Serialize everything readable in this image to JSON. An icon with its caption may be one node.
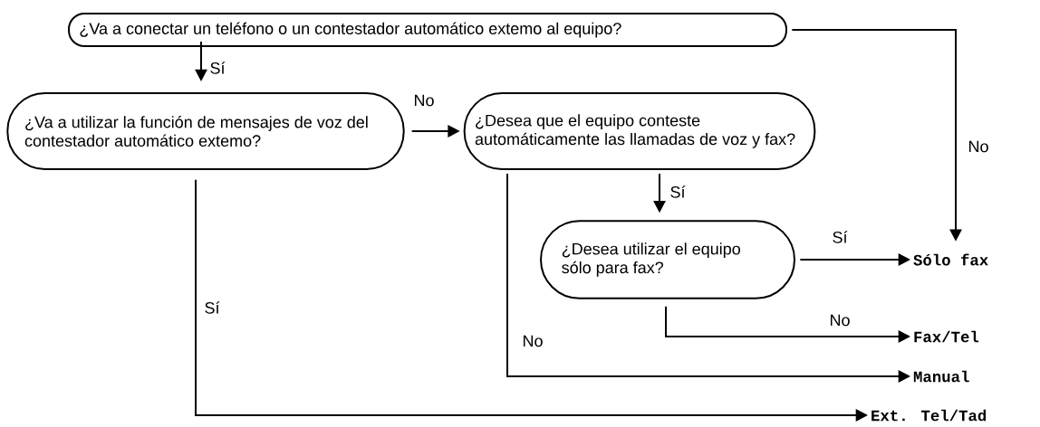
{
  "diagram": {
    "nodes": [
      {
        "text": [
          "¿Va a conectar un teléfono o un contestador automático extemo al equipo?"
        ]
      },
      {
        "text": [
          "¿Va a utilizar la función de mensajes de voz del contestador automático extemo?"
        ]
      },
      {
        "text": [
          "¿Desea que el equipo conteste automáticamente las llamadas de voz y fax?"
        ]
      },
      {
        "text": [
          "¿Desea utilizar el equipo sólo para fax?"
        ]
      },
      {
        "text": [
          "Sólo fax"
        ]
      },
      {
        "text": [
          "Fax/Tel"
        ]
      },
      {
        "text": [
          "Manual"
        ]
      },
      {
        "text": [
          "Ext. Tel/Tad"
        ]
      }
    ],
    "edges": [
      {
        "from": 0,
        "to": 1,
        "arrow": "to",
        "label": "Sí"
      },
      {
        "from": 1,
        "to": 2,
        "arrow": "to",
        "label": "No"
      },
      {
        "from": 0,
        "to": 4,
        "arrow": "to",
        "label": "No"
      },
      {
        "from": 2,
        "to": 3,
        "arrow": "to",
        "label": "Sí"
      },
      {
        "from": 3,
        "to": 4,
        "arrow": "to",
        "label": "Sí"
      },
      {
        "from": 3,
        "to": 5,
        "arrow": "to",
        "label": "No"
      },
      {
        "from": 2,
        "to": 6,
        "arrow": "to",
        "label": "No"
      },
      {
        "from": 1,
        "to": 7,
        "arrow": "to",
        "label": "Sí"
      }
    ]
  }
}
